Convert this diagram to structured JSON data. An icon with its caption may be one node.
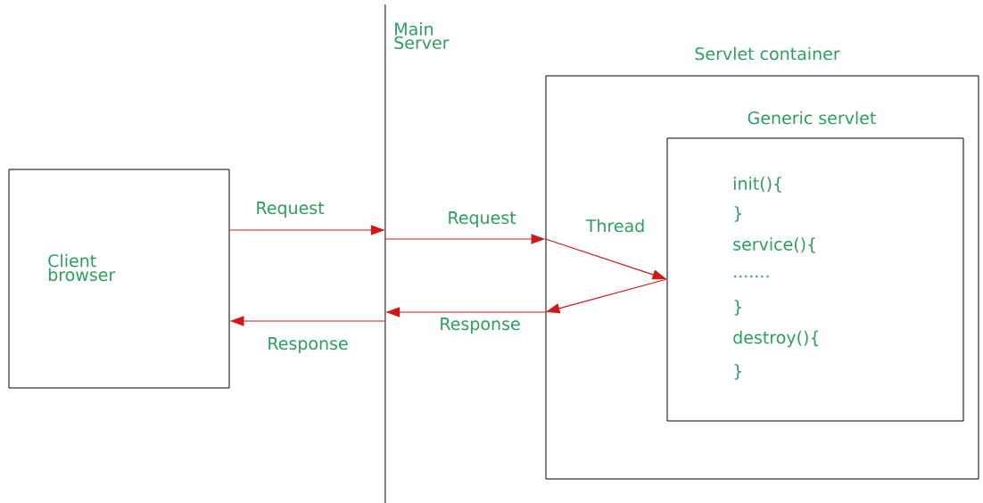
{
  "diagram": {
    "nodes": [
      {
        "text": [
          "Client browser"
        ]
      },
      {
        "text": [
          "Main Server"
        ]
      },
      {
        "text": [
          "Servlet container"
        ]
      },
      {
        "text": [
          "Generic servlet",
          "init(){",
          "}",
          "service(){",
          ".......",
          "}",
          "destroy(){",
          "}"
        ],
        "in": 2
      }
    ],
    "edges": [
      {
        "from": 0,
        "to": 1,
        "arrow": "to",
        "label": "Request"
      },
      {
        "from": 1,
        "to": 2,
        "arrow": "to",
        "label": "Request"
      },
      {
        "from": 2,
        "to": 3,
        "arrow": "to",
        "label": "Thread"
      },
      {
        "from": 3,
        "to": 2,
        "arrow": "to"
      },
      {
        "from": 2,
        "to": 1,
        "arrow": "to",
        "label": "Response"
      },
      {
        "from": 1,
        "to": 0,
        "arrow": "to",
        "label": "Response"
      }
    ]
  }
}
